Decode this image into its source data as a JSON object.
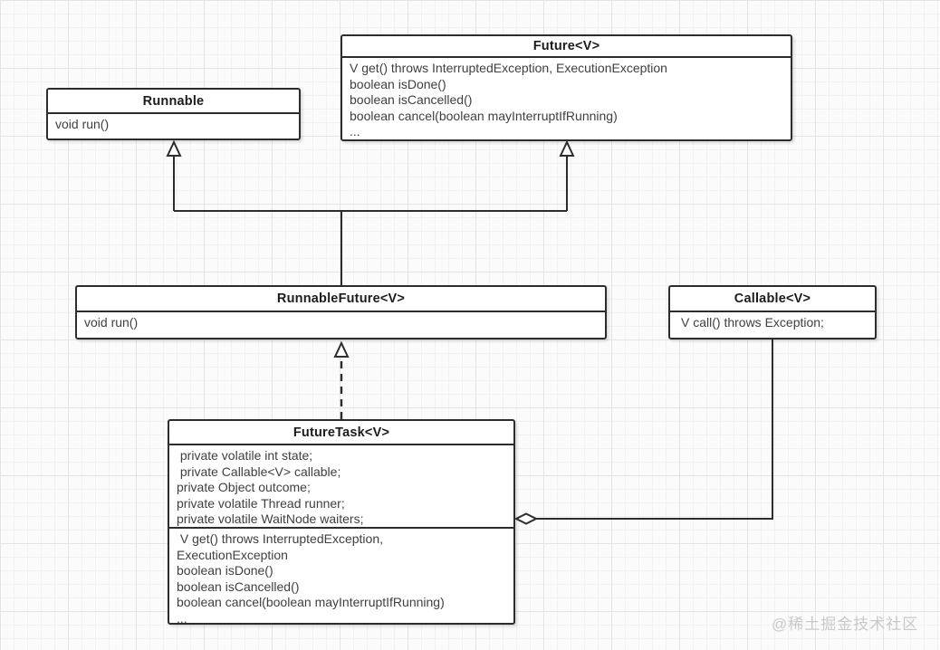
{
  "diagram": {
    "kind": "uml-class-diagram",
    "classes": {
      "runnable": {
        "title": "Runnable",
        "members": [
          "void run()"
        ]
      },
      "future": {
        "title": "Future<V>",
        "members": [
          "V get() throws InterruptedException, ExecutionException",
          "boolean isDone()",
          "boolean isCancelled()",
          "boolean cancel(boolean mayInterruptIfRunning)",
          "..."
        ]
      },
      "runnable_future": {
        "title": "RunnableFuture<V>",
        "members": [
          "void run()"
        ]
      },
      "callable": {
        "title": "Callable<V>",
        "members": [
          "V call() throws Exception;"
        ]
      },
      "future_task": {
        "title": "FutureTask<V>",
        "fields": [
          " private volatile int state;",
          " private Callable<V> callable;",
          "private Object outcome;",
          "private volatile Thread runner;",
          "private volatile WaitNode waiters;"
        ],
        "methods": [
          " V get() throws InterruptedException,",
          "ExecutionException",
          "boolean isDone()",
          "boolean isCancelled()",
          "boolean cancel(boolean mayInterruptIfRunning)",
          "..."
        ]
      }
    },
    "relationships": [
      {
        "from": "RunnableFuture<V>",
        "to": "Runnable",
        "type": "generalization-solid-hollow-triangle"
      },
      {
        "from": "RunnableFuture<V>",
        "to": "Future<V>",
        "type": "generalization-solid-hollow-triangle"
      },
      {
        "from": "FutureTask<V>",
        "to": "RunnableFuture<V>",
        "type": "realization-dashed-hollow-triangle"
      },
      {
        "from": "FutureTask<V>",
        "to": "Callable<V>",
        "type": "aggregation-hollow-diamond"
      }
    ],
    "colors": {
      "line": "#2d2d2d",
      "box_fill": "#ffffff",
      "title_text": "#1c1c1c",
      "member_text": "#3f3f3f",
      "grid_minor": "#f1f1f1",
      "grid_major": "#e4e4e4",
      "watermark": "#c9c9c9"
    }
  },
  "watermark": {
    "text": "@稀土掘金技术社区"
  }
}
